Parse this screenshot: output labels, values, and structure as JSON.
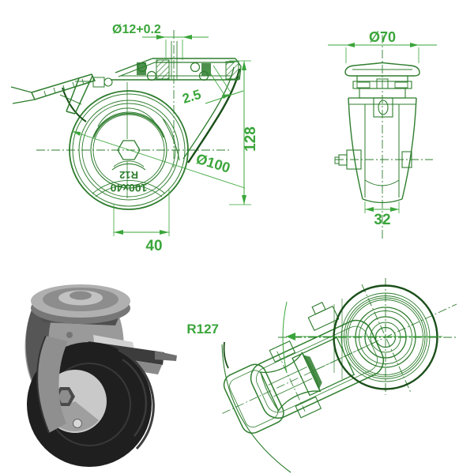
{
  "drawing": {
    "colors": {
      "line": "#2e7d2e",
      "dark": "#1a4f1a",
      "dim": "#3aa53a"
    },
    "front_view": {
      "bolt_hole_dim": "Ø12+0.2",
      "plate_thickness_dim": "2.5",
      "height_dim": "128",
      "wheel_diameter_dim": "Ø100",
      "hub_width_dim": "40",
      "wheel_marking": {
        "line1": "100x40",
        "line2": "R12"
      }
    },
    "side_view": {
      "plate_diameter_dim": "Ø70",
      "wheel_width_dim": "32"
    },
    "top_view": {
      "swivel_radius_dim": "R127"
    }
  }
}
